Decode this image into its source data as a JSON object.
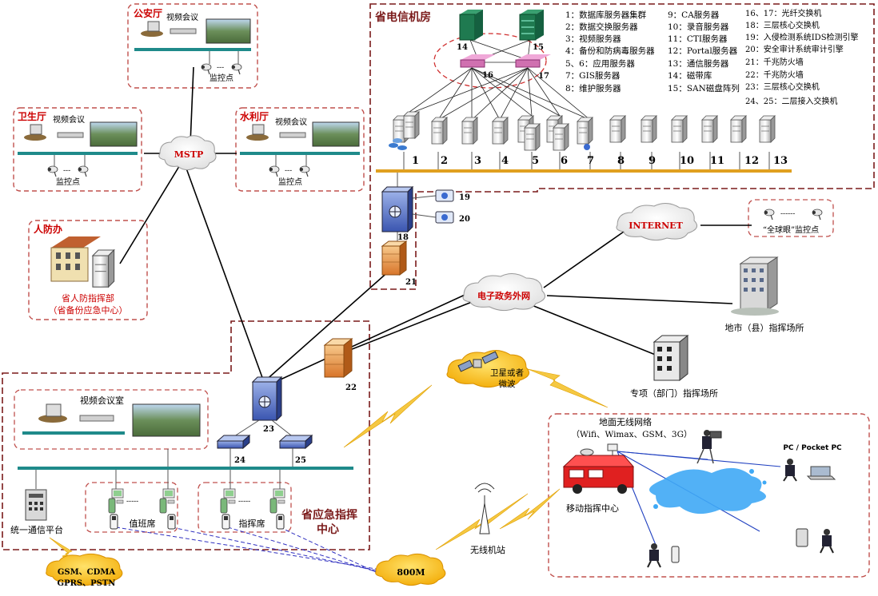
{
  "groups": {
    "gat": {
      "title": "公安厅",
      "video": "视频会议",
      "cam": "监控点",
      "dash": "---"
    },
    "wst": {
      "title": "卫生厅",
      "video": "视频会议",
      "cam": "监控点",
      "dash": "---"
    },
    "slt": {
      "title": "水利厅",
      "video": "视频会议",
      "cam": "监控点",
      "dash": "---"
    },
    "rfb": {
      "title": "人防办",
      "line1": "省人防指挥部",
      "line2": "（省备份应急中心）"
    },
    "machine_room": {
      "title": "省电信机房"
    },
    "center": {
      "title_line1": "省应急指挥",
      "title_line2": "中心",
      "video_room": "视频会议室",
      "platform": "统一通信平台",
      "duty": "值班席",
      "command": "指挥席",
      "dash": "-----"
    },
    "wireless": {
      "title": "地面无线网络",
      "subtitle": "（Wifi、Wimax、GSM、3G）",
      "mobile_center": "移动指挥中心",
      "pc": "PC / Pocket PC"
    },
    "global_eye": {
      "label": "“全球眼”监控点",
      "dash": "------"
    }
  },
  "clouds": {
    "mstp": "MSTP",
    "internet": "INTERNET",
    "egov": "电子政务外网",
    "satellite_l1": "卫星或者",
    "satellite_l2": "微波",
    "m800": "800M",
    "gsm_l1": "GSM、CDMA",
    "gsm_l2": "GPRS、PSTN"
  },
  "sites": {
    "city": "地市（县）指挥场所",
    "dept": "专项（部门）指挥场所",
    "base_station": "无线机站"
  },
  "server_numbers": [
    "1",
    "2",
    "3",
    "4",
    "5",
    "6",
    "7",
    "8",
    "9",
    "10",
    "11",
    "12",
    "13"
  ],
  "device_numbers": {
    "n14": "14",
    "n15": "15",
    "n16": "16",
    "n17": "17",
    "n18": "18",
    "n19": "19",
    "n20": "20",
    "n21": "21",
    "n22": "22",
    "n23": "23",
    "n24": "24",
    "n25": "25"
  },
  "legend": {
    "col1": [
      "1：数据库服务器集群",
      "2：数据交换服务器",
      "3：视频服务器",
      "4：备份和防病毒服务器",
      "5、6：应用服务器",
      "7：GIS服务器",
      "8：维护服务器"
    ],
    "col2": [
      "9：CA服务器",
      "10：录音服务器",
      "11：CTI服务器",
      "12：Portal服务器",
      "13：通信服务器",
      "14：磁带库",
      "15：SAN磁盘阵列"
    ],
    "col3": [
      "16、17：光纤交换机",
      "18：三层核心交换机",
      "19：入侵检测系统IDS检测引擎",
      "20：安全审计系统审计引擎",
      "21：千兆防火墙",
      "22：千兆防火墙",
      "23：三层核心交换机",
      "24、25：二层接入交换机"
    ]
  },
  "colors": {
    "box_border": "#c0504d",
    "title_red": "#cc0000",
    "bus": "#1f8a8a",
    "line": "#000000",
    "lightning": "#f5c842",
    "cloud_orange": "#f5b800",
    "water": "#3fa9f5",
    "vehicle": "#e02020"
  }
}
